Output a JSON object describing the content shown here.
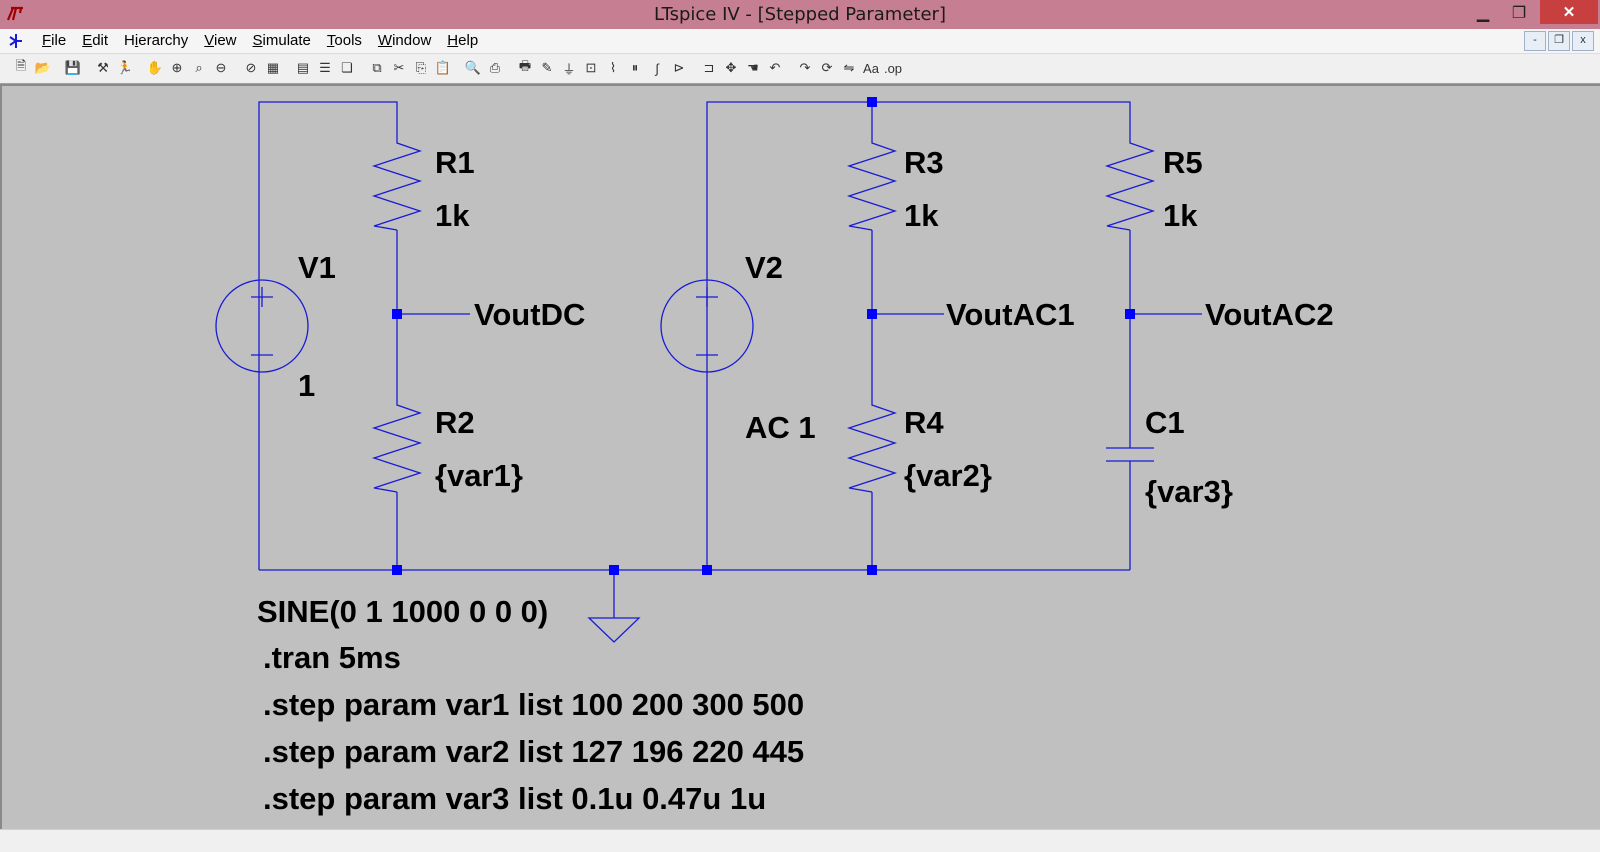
{
  "window": {
    "title": "LTspice IV - [Stepped Parameter]",
    "min_label": "▁",
    "max_label": "❐",
    "close_label": "✕"
  },
  "menu": {
    "items": [
      {
        "label": "File",
        "accel": "F"
      },
      {
        "label": "Edit",
        "accel": "E"
      },
      {
        "label": "Hierarchy",
        "accel": "i"
      },
      {
        "label": "View",
        "accel": "V"
      },
      {
        "label": "Simulate",
        "accel": "S"
      },
      {
        "label": "Tools",
        "accel": "T"
      },
      {
        "label": "Window",
        "accel": "W"
      },
      {
        "label": "Help",
        "accel": "H"
      }
    ],
    "mdi_min": "-",
    "mdi_restore": "❐",
    "mdi_close": "x"
  },
  "toolbar": {
    "icons": [
      "new-schematic-icon",
      "open-icon",
      "save-icon",
      "control-panel-icon",
      "run-icon",
      "halt-icon",
      "zoom-in-icon",
      "zoom-fit-icon",
      "zoom-out-icon",
      "zoom-cancel-icon",
      "waveform-icon",
      "waveform-grid-icon",
      "tile-horizontal-icon",
      "cascade-icon",
      "close-windows-icon",
      "cut-icon",
      "copy-icon",
      "paste-icon",
      "find-icon",
      "print-preview-icon",
      "print-icon",
      "draw-wire-icon",
      "ground-icon",
      "label-net-icon",
      "resistor-icon",
      "capacitor-icon",
      "inductor-icon",
      "diode-icon",
      "component-icon",
      "move-icon",
      "drag-icon",
      "undo-icon",
      "redo-icon",
      "rotate-icon",
      "mirror-icon",
      "text-icon",
      "spice-directive-icon"
    ]
  },
  "schematic": {
    "colors": {
      "wire": "#1a1ad6",
      "junction": "#0000ff",
      "text": "#000000"
    },
    "components": {
      "V1": {
        "name": "V1",
        "value": "1"
      },
      "V2": {
        "name": "V2",
        "value": "AC 1"
      },
      "R1": {
        "name": "R1",
        "value": "1k"
      },
      "R2": {
        "name": "R2",
        "value": "{var1}"
      },
      "R3": {
        "name": "R3",
        "value": "1k"
      },
      "R4": {
        "name": "R4",
        "value": "{var2}"
      },
      "R5": {
        "name": "R5",
        "value": "1k"
      },
      "C1": {
        "name": "C1",
        "value": "{var3}"
      }
    },
    "nets": {
      "vout_dc": "VoutDC",
      "vout_ac1": "VoutAC1",
      "vout_ac2": "VoutAC2"
    },
    "v2_source": "SINE(0 1 1000 0 0 0)",
    "directives": [
      ".tran 5ms",
      ".step param var1 list 100 200 300 500",
      ".step param var2 list 127 196 220 445",
      ".step param var3 list 0.1u 0.47u 1u"
    ]
  }
}
